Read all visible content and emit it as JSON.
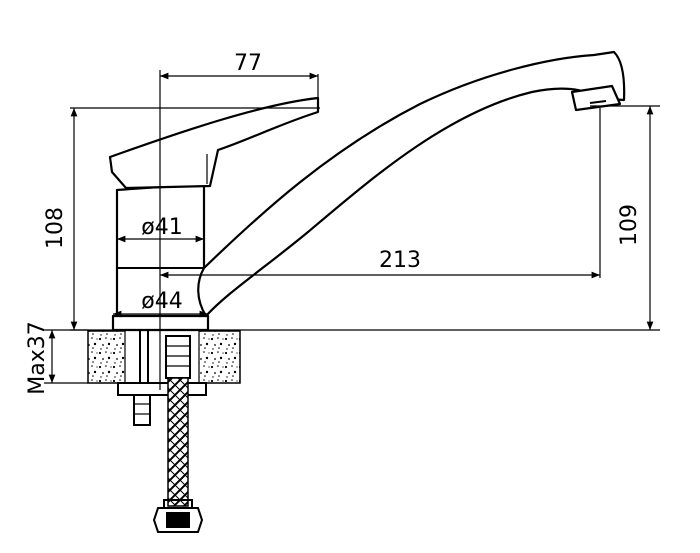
{
  "dimensions": {
    "handle_width": "77",
    "body_height": "108",
    "spout_height": "109",
    "spout_reach": "213",
    "upper_diameter": "ø41",
    "base_diameter": "ø44",
    "mount_thickness": "Max37"
  },
  "colors": {
    "line": "#000000",
    "background": "#ffffff"
  }
}
